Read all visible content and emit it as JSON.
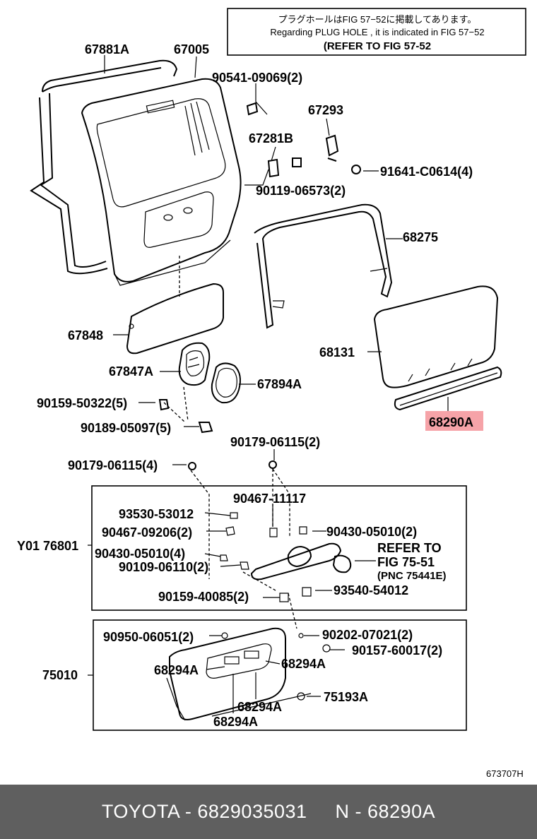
{
  "note": {
    "line1": "プラグホールはFIG 57−52に掲載してあります。",
    "line2": "Regarding  PLUG  HOLE , it is indicated in FIG  57−52",
    "line3": "(REFER  TO  FIG 57-52"
  },
  "labels": {
    "p67881A": "67881A",
    "p67005": "67005",
    "p90541": "90541-09069(2)",
    "p67293": "67293",
    "p67281B": "67281B",
    "p91641": "91641-C0614(4)",
    "p90119": "90119-06573(2)",
    "p68275": "68275",
    "p67848": "67848",
    "p68131": "68131",
    "p67847A": "67847A",
    "p67894A": "67894A",
    "p90159a": "90159-50322(5)",
    "p90189": "90189-05097(5)",
    "p68290A": "68290A",
    "p90179b": "90179-06115(2)",
    "p90179a": "90179-06115(4)",
    "p90467a": "90467-11117",
    "p93530": "93530-53012",
    "p90467b": "90467-09206(2)",
    "p90430b": "90430-05010(2)",
    "pY01": "Y01 76801",
    "p90430a": "90430-05010(4)",
    "refer1": "REFER  TO",
    "refer2": "FIG 75-51",
    "refer3": "(PNC  75441E)",
    "p90109": "90109-06110(2)",
    "p90159b": "90159-40085(2)",
    "p93540": "93540-54012",
    "p90950": "90950-06051(2)",
    "p90202": "90202-07021(2)",
    "p68294A_1": "68294A",
    "p68294A_2": "68294A",
    "p90157": "90157-60017(2)",
    "p75010": "75010",
    "p75193A": "75193A",
    "p68294A_3": "68294A",
    "p68294A_4": "68294A"
  },
  "figure_id": "673707H",
  "footer": {
    "brand_part": "TOYOTA - 6829035031",
    "pnc": "N - 68290A"
  },
  "colors": {
    "highlight": "#f6a3a8",
    "footer_bg": "#5f5f5f"
  }
}
